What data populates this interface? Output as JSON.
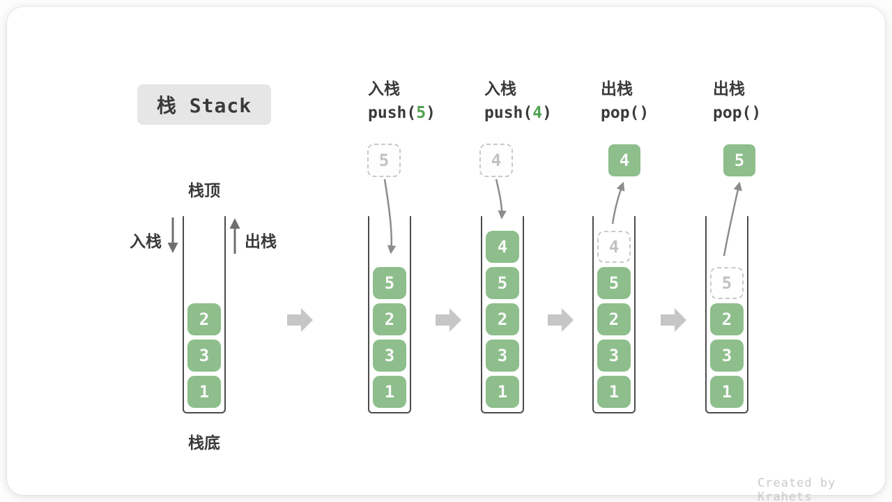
{
  "title": {
    "text": "栈 Stack"
  },
  "legend": {
    "top": "栈顶",
    "bottom": "栈底",
    "push": "入栈",
    "pop": "出栈"
  },
  "watermark": "Created by Krahets",
  "colors": {
    "green": "#8DBE8B",
    "accent_green": "#4EA24E",
    "ink": "#3A3A3A",
    "wall": "#4B4B4B",
    "dash_border": "#C9C9C9",
    "dash_ink": "#C2C2C2",
    "block_arrow_gray": "#C6C6C6",
    "curve_arrow_gray": "#8C8C8C",
    "legend_arrow_gray": "#6E6E6E",
    "title_bg": "#E6E6E6",
    "faint": "#C9C9C9"
  },
  "columns": [
    {
      "name": "initial-stack",
      "stack": [
        "2",
        "3",
        "1"
      ]
    },
    {
      "name": "after-push-5",
      "op": {
        "zh": "入栈",
        "pre": "push(",
        "arg": "5",
        "post": ")"
      },
      "float": {
        "value": "5",
        "variant": "dashed"
      },
      "stack": [
        "5",
        "2",
        "3",
        "1"
      ]
    },
    {
      "name": "after-push-4",
      "op": {
        "zh": "入栈",
        "pre": "push(",
        "arg": "4",
        "post": ")"
      },
      "float": {
        "value": "4",
        "variant": "dashed"
      },
      "stack": [
        "4",
        "5",
        "2",
        "3",
        "1"
      ]
    },
    {
      "name": "after-pop-4",
      "op": {
        "zh": "出栈",
        "pre": "pop(",
        "arg": "",
        "post": ")"
      },
      "float": {
        "value": "4",
        "variant": "solid"
      },
      "stack": [
        {
          "v": "4",
          "ghost": true
        },
        "5",
        "2",
        "3",
        "1"
      ]
    },
    {
      "name": "after-pop-5",
      "op": {
        "zh": "出栈",
        "pre": "pop(",
        "arg": "",
        "post": ")"
      },
      "float": {
        "value": "5",
        "variant": "solid"
      },
      "stack": [
        {
          "v": "5",
          "ghost": true
        },
        "2",
        "3",
        "1"
      ]
    }
  ]
}
